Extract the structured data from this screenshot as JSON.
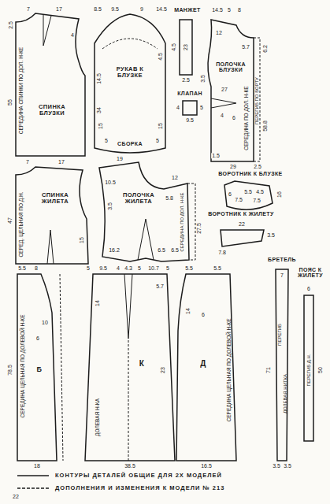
{
  "diagram": {
    "nodes": [
      {
        "text": [
          "СПИНКА БЛУЗКИ",
          "СЕРЕДИНА СПИНКИ ПО ДОЛ. Н-КЕ"
        ]
      },
      {
        "text": [
          "РУКАВ К БЛУЗКЕ",
          "СБОРКА"
        ]
      },
      {
        "text": [
          "МАНЖЕТ"
        ]
      },
      {
        "text": [
          "КЛАПАН"
        ]
      },
      {
        "text": [
          "ПОЛОЧКА БЛУЗКИ",
          "СЕРЕДИНА ПО ДОЛ. Н-КЕ",
          "ПЕРЕГИБ ПО БОРТУ"
        ]
      },
      {
        "text": [
          "ВОРОТНИК К БЛУЗКЕ"
        ]
      },
      {
        "text": [
          "СПИНКА ЖИЛЕТА",
          "СЕРЕД. ЦЕЛЬНАЯ ПО Д.Н."
        ]
      },
      {
        "text": [
          "ПОЛОЧКА ЖИЛЕТА",
          "СЕРЕДИНА ПО ДОЛ. Н-КЕ"
        ]
      },
      {
        "text": [
          "ВОРОТНИК К ЖИЛЕТУ"
        ]
      },
      {
        "text": [
          "БРЕТЕЛЬ",
          "ПЕРЕГИБ",
          "ДОЛЕВАЯ НИТКА"
        ]
      },
      {
        "text": [
          "ПОЯС К ЖИЛЕТУ",
          "ПЕРЕГИБ Д.Н."
        ]
      },
      {
        "text": [
          "СЕРЕДИНА ЦЕЛЬНАЯ ПО ДОЛЕВОЙ Н-КЕ",
          "Б"
        ]
      },
      {
        "text": [
          "К",
          "ДОЛЕВАЯ Н-КА"
        ]
      },
      {
        "text": [
          "Д",
          "СЕРЕДИНА ЦЕЛЬНАЯ ПО ДОЛЕВОЙ Н-КЕ"
        ]
      }
    ],
    "labels": [
      "2.5",
      "7",
      "17",
      "4",
      "55",
      "8.5",
      "9.5",
      "9",
      "14.5",
      "14.5",
      "4.5",
      "34",
      "15",
      "5",
      "15",
      "5",
      "4.5",
      "23",
      "2.5",
      "4",
      "9.5",
      "5",
      "14.5",
      "5",
      "8",
      "12",
      "5.7",
      "3.5",
      "6.2",
      "27",
      "4",
      "6",
      "58.8",
      "1.5",
      "29",
      "2.5",
      "16",
      "4.5",
      "5.5",
      "6",
      "7.5",
      "7.5",
      "7",
      "17",
      "47",
      "15",
      "19",
      "12",
      "10.5",
      "5.8",
      "3.5",
      "16.2",
      "6.5",
      "6.5",
      "27.5",
      "22",
      "3.5",
      "7.8",
      "7",
      "71",
      "3.5",
      "3.5",
      "6",
      "50",
      "5.5",
      "8",
      "10",
      "6",
      "78.5",
      "18",
      "5",
      "9.5",
      "4",
      "4.3",
      "5",
      "10.7",
      "5",
      "5.7",
      "14",
      "23",
      "38.5",
      "5.5",
      "5.5",
      "14",
      "6",
      "16.5",
      "22"
    ],
    "legend": [
      {
        "text": "КОНТУРЫ ДЕТАЛЕЙ ОБЩИЕ ДЛЯ 2Х МОДЕЛЕЙ"
      },
      {
        "text": "ДОПОЛНЕНИЯ И ИЗМЕНЕНИЯ К МОДЕЛИ № 213"
      }
    ]
  }
}
